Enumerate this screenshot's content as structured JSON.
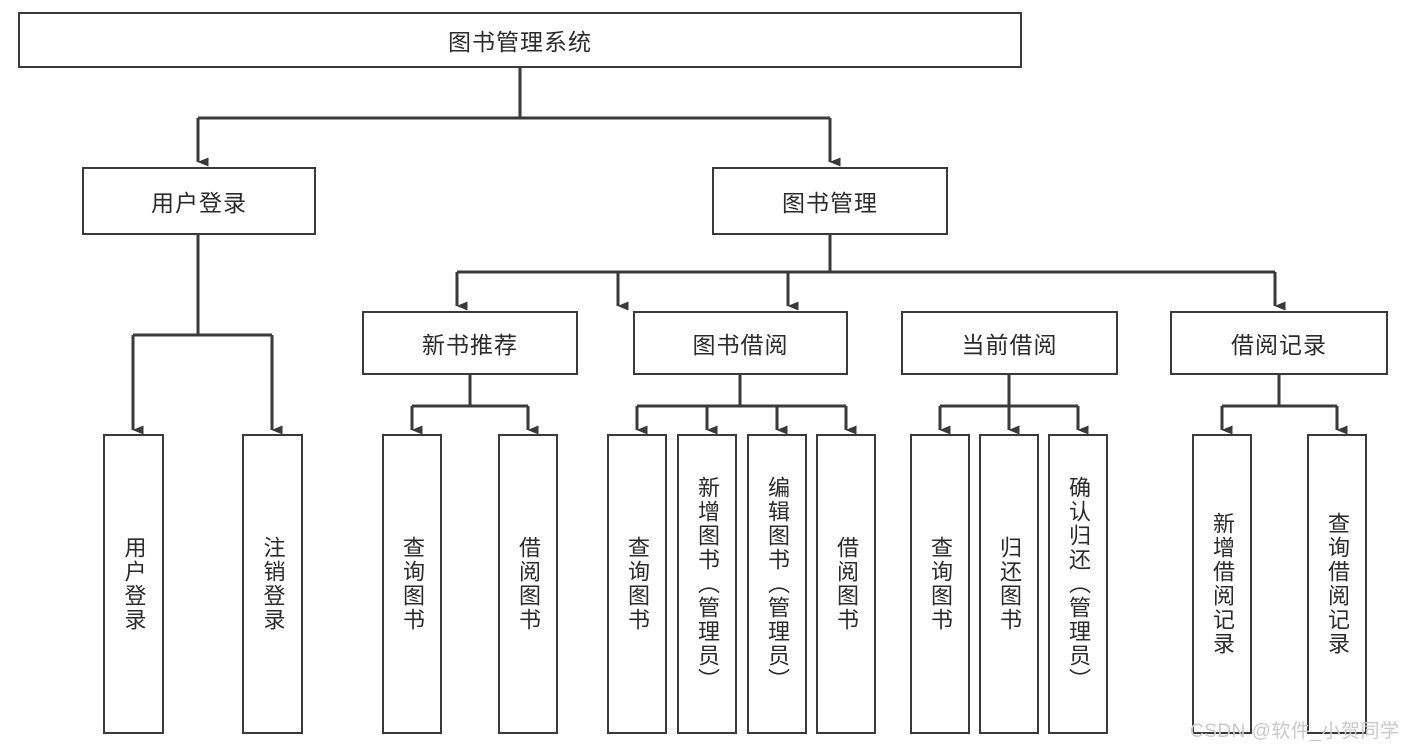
{
  "diagram": {
    "type": "tree-hierarchy",
    "title": "图书管理系统",
    "root": {
      "label": "图书管理系统",
      "orientation": "horizontal"
    },
    "level2": [
      {
        "label": "用户登录",
        "orientation": "horizontal"
      },
      {
        "label": "图书管理",
        "orientation": "horizontal"
      }
    ],
    "level3": [
      {
        "label": "新书推荐",
        "orientation": "horizontal"
      },
      {
        "label": "图书借阅",
        "orientation": "horizontal"
      },
      {
        "label": "当前借阅",
        "orientation": "horizontal"
      },
      {
        "label": "借阅记录",
        "orientation": "horizontal"
      }
    ],
    "leaves": {
      "user_login": [
        {
          "label": "用户登录",
          "orientation": "vertical"
        },
        {
          "label": "注销登录",
          "orientation": "vertical"
        }
      ],
      "new_book_recommend": [
        {
          "label": "查询图书",
          "orientation": "vertical"
        },
        {
          "label": "借阅图书",
          "orientation": "vertical"
        }
      ],
      "book_borrow": [
        {
          "label": "查询图书",
          "orientation": "vertical"
        },
        {
          "label": "新增图书（管理员）",
          "orientation": "vertical"
        },
        {
          "label": "编辑图书（管理员）",
          "orientation": "vertical"
        },
        {
          "label": "借阅图书",
          "orientation": "vertical"
        }
      ],
      "current_borrow": [
        {
          "label": "查询图书",
          "orientation": "vertical"
        },
        {
          "label": "归还图书",
          "orientation": "vertical"
        },
        {
          "label": "确认归还（管理员）",
          "orientation": "vertical"
        }
      ],
      "borrow_record": [
        {
          "label": "新增借阅记录",
          "orientation": "vertical"
        },
        {
          "label": "查询借阅记录",
          "orientation": "vertical"
        }
      ]
    },
    "watermark": "CSDN @软件_小贺同学",
    "colors": {
      "stroke": "#3a3a3a",
      "fill": "#ffffff",
      "text": "#2b2b2b",
      "watermark": "#c9c9c9"
    }
  }
}
